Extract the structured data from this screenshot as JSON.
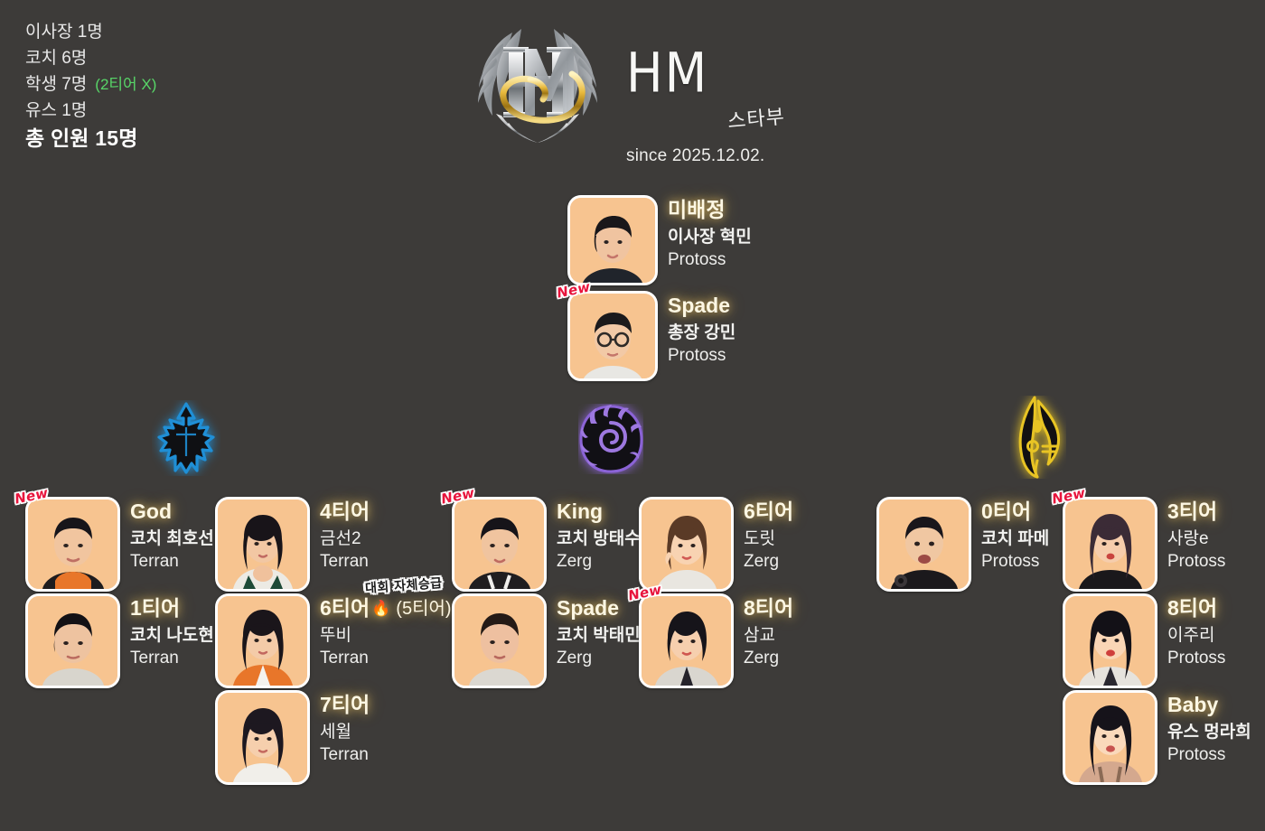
{
  "summary": {
    "lines": [
      {
        "label": "이사장 1명",
        "note": ""
      },
      {
        "label": "코치 6명",
        "note": ""
      },
      {
        "label": "학생 7명",
        "note": "(2티어 X)"
      },
      {
        "label": "유스 1명",
        "note": ""
      }
    ],
    "total": "총 인원 15명",
    "note_color": "#58d668"
  },
  "brand": {
    "logo_icon": "hm-laurel-crest-icon",
    "title": "HM",
    "subtitle": "스타부",
    "since": "since 2025.12.02."
  },
  "leadership": [
    {
      "name": "미배정",
      "role": "이사장 혁민",
      "race": "Protoss",
      "is_new": false,
      "avatar": "portrait-young-man-dark-hair"
    },
    {
      "name": "Spade",
      "role": "총장 강민",
      "race": "Protoss",
      "is_new": true,
      "new_label": "New",
      "avatar": "portrait-man-round-glasses"
    }
  ],
  "races": [
    {
      "key": "terran",
      "icon": "terran-emblem-icon",
      "color": "#1f8fd6",
      "label": "Terran"
    },
    {
      "key": "zerg",
      "icon": "zerg-emblem-icon",
      "color": "#8b63d6",
      "label": "Zerg"
    },
    {
      "key": "protoss",
      "icon": "protoss-emblem-icon",
      "color": "#e8c424",
      "label": "Protoss"
    }
  ],
  "members": {
    "terran_coaches": [
      {
        "tier": "God",
        "name": "코치 최호선",
        "race": "Terran",
        "is_new": true,
        "new_label": "New",
        "avatar": "portrait-man-orange-hoodie"
      },
      {
        "tier": "1티어",
        "name": "코치 나도현",
        "race": "Terran",
        "is_new": false,
        "avatar": "portrait-man-grey-hoodie"
      }
    ],
    "terran_students": [
      {
        "tier": "4티어",
        "name": "금선2",
        "race": "Terran",
        "is_new": false,
        "avatar": "portrait-woman-varsity-jacket"
      },
      {
        "tier": "6티어",
        "extra": "(5티어)",
        "flame": "🔥",
        "name": "뚜비",
        "race": "Terran",
        "is_new": false,
        "avatar": "portrait-woman-long-hair-orange",
        "promo_tag": "대회 자체승급"
      },
      {
        "tier": "7티어",
        "name": "세월",
        "race": "Terran",
        "is_new": false,
        "avatar": "portrait-woman-bangs"
      }
    ],
    "zerg_coaches": [
      {
        "tier": "King",
        "name": "코치 방태수",
        "race": "Zerg",
        "is_new": true,
        "new_label": "New",
        "avatar": "portrait-man-striped-collar"
      },
      {
        "tier": "Spade",
        "name": "코치 박태민",
        "race": "Zerg",
        "is_new": false,
        "avatar": "portrait-man-short-hair"
      }
    ],
    "zerg_students": [
      {
        "tier": "6티어",
        "name": "도릿",
        "race": "Zerg",
        "is_new": false,
        "avatar": "portrait-woman-hand-to-ear"
      },
      {
        "tier": "8티어",
        "name": "삼교",
        "race": "Zerg",
        "is_new": true,
        "new_label": "New",
        "avatar": "portrait-woman-bob-grey-hoodie"
      }
    ],
    "protoss_coaches": [
      {
        "tier": "0티어",
        "name": "코치 파메",
        "race": "Protoss",
        "is_new": false,
        "avatar": "portrait-man-black-jacket"
      }
    ],
    "protoss_students": [
      {
        "tier": "3티어",
        "name": "사랑e",
        "race": "Protoss",
        "is_new": true,
        "new_label": "New",
        "avatar": "portrait-woman-wavy-hair"
      },
      {
        "tier": "8티어",
        "name": "이주리",
        "race": "Protoss",
        "is_new": false,
        "avatar": "portrait-woman-black-hair-red-lips"
      },
      {
        "tier": "Baby",
        "name": "유스 멍라희",
        "race": "Protoss",
        "is_new": false,
        "avatar": "portrait-woman-straight-bangs"
      }
    ]
  }
}
